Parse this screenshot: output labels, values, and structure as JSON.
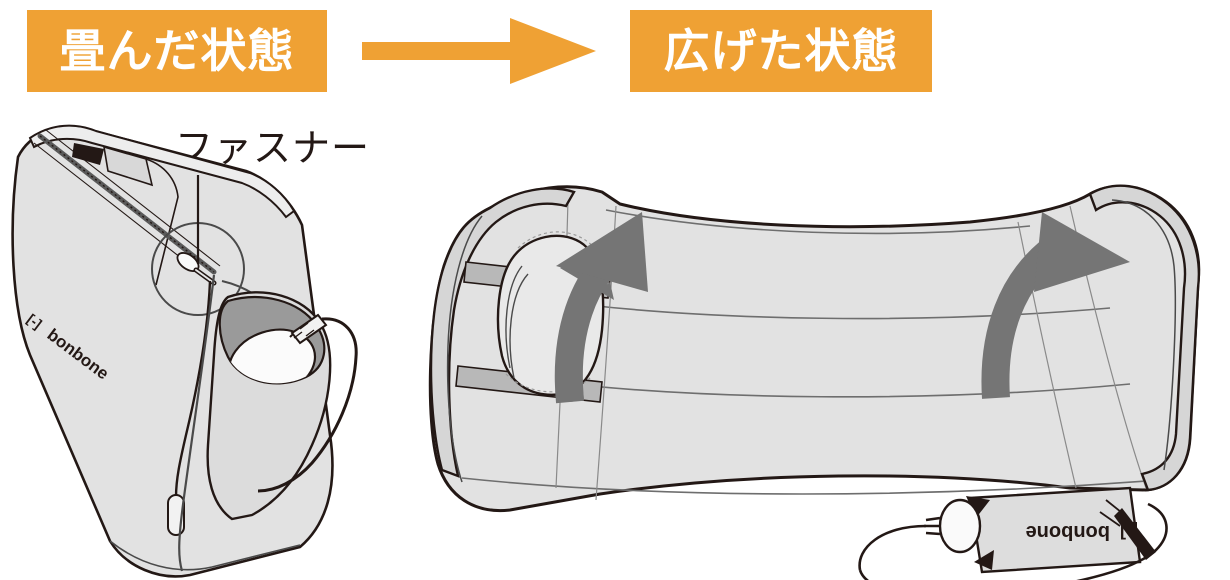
{
  "figure": {
    "title_folded": "畳んだ状態",
    "title_unfolded": "広げた状態",
    "annotation_fastener": "ファスナー",
    "brand_logo": "bonbone",
    "brand_mark": "[-]",
    "transition_arrow": "arrow-right",
    "colors": {
      "accent_orange": "#EFA134",
      "badge_text": "#FFFFFF",
      "outline": "#231815",
      "fabric_light": "#E2E2E2",
      "fabric_mid": "#D2D2D2",
      "fabric_shadow": "#BDBDBD",
      "motion_arrow_gray": "#757575",
      "label_text": "#231815"
    },
    "left_panel": {
      "caption": "畳んだ状態",
      "callout": "ファスナー",
      "parts": [
        "zipper",
        "zipper-slider",
        "zipper-pull",
        "brand-patch",
        "side-pocket",
        "pump-bulb",
        "air-tube"
      ]
    },
    "right_panel": {
      "caption": "広げた状態",
      "motion_arrows": [
        "roll-left",
        "roll-right"
      ],
      "parts": [
        "mat-body",
        "pad-cushion",
        "strap-band",
        "rolled-edge-left",
        "rolled-edge-right",
        "brand-flap",
        "pump-bulb",
        "air-tube"
      ]
    }
  }
}
